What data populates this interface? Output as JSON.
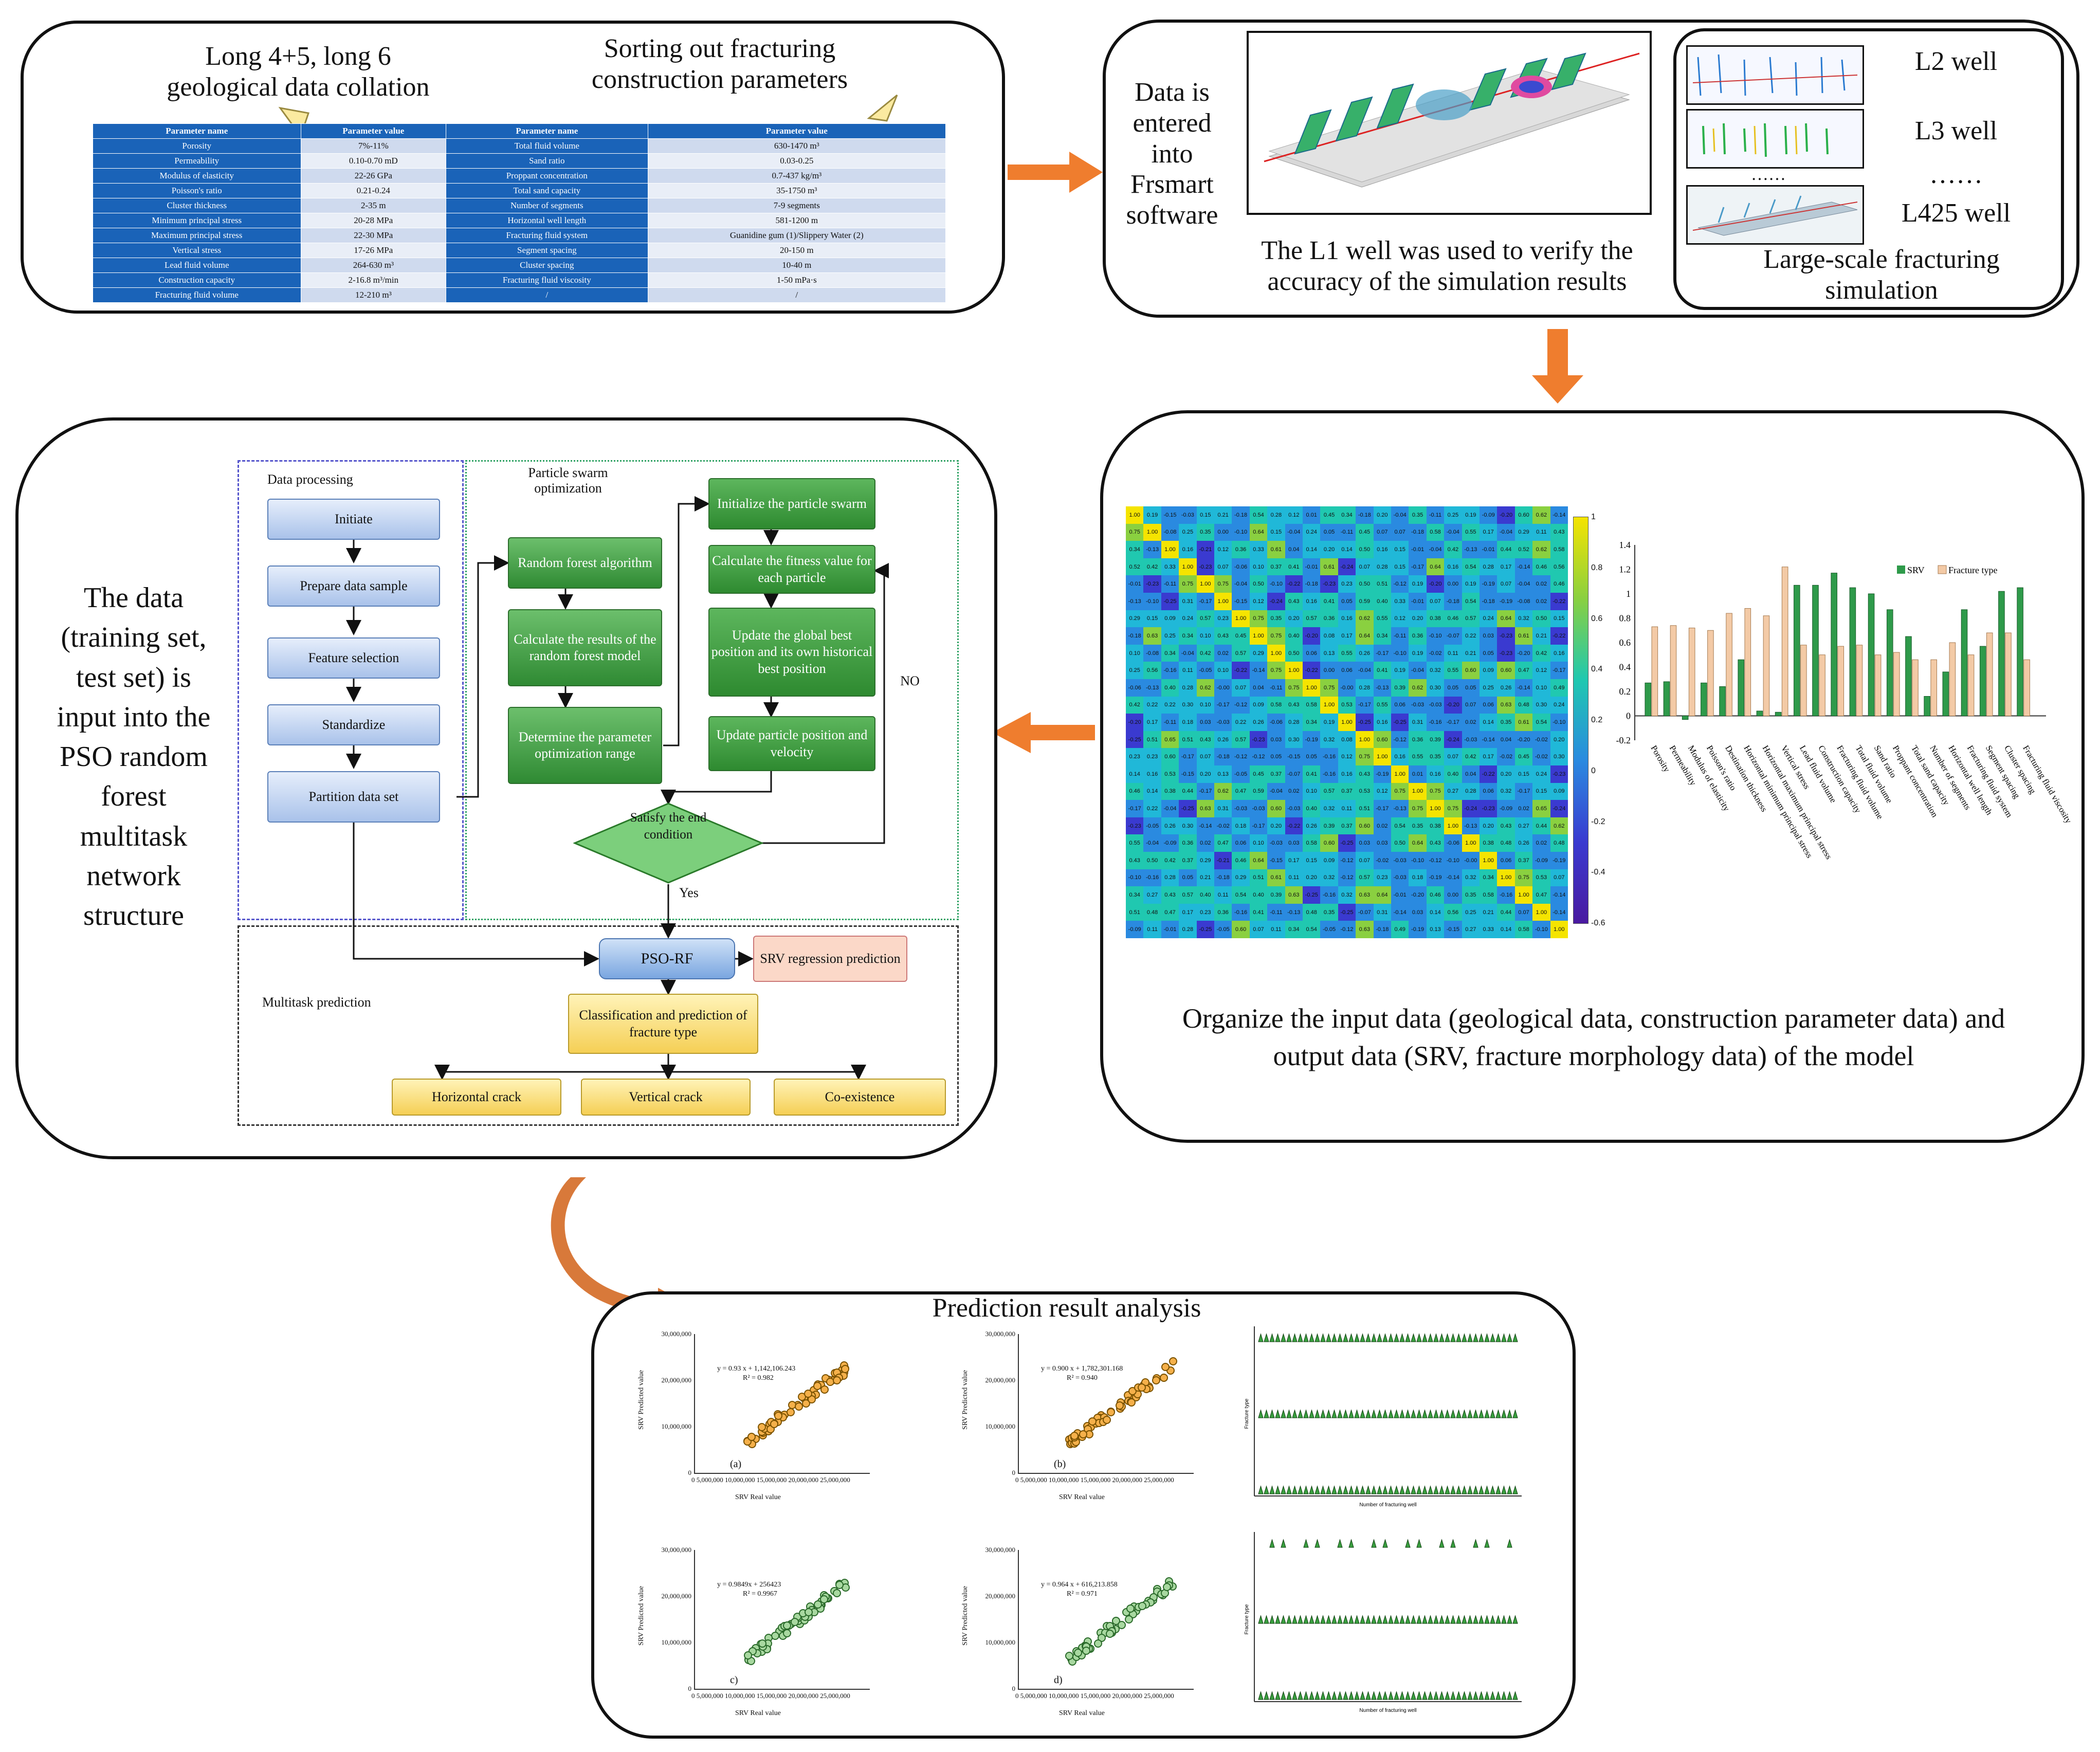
{
  "panel1": {
    "title_left": "Long 4+5, long 6 geological data collation",
    "title_right": "Sorting out fracturing construction parameters",
    "headers": [
      "Parameter name",
      "Parameter value",
      "Parameter name",
      "Parameter value"
    ],
    "rows": [
      [
        "Porosity",
        "7%-11%",
        "Total fluid volume",
        "630-1470 m³"
      ],
      [
        "Permeability",
        "0.10-0.70 mD",
        "Sand ratio",
        "0.03-0.25"
      ],
      [
        "Modulus of elasticity",
        "22-26 GPa",
        "Proppant concentration",
        "0.7-437 kg/m³"
      ],
      [
        "Poisson's ratio",
        "0.21-0.24",
        "Total sand capacity",
        "35-1750 m³"
      ],
      [
        "Cluster thickness",
        "2-35 m",
        "Number of segments",
        "7-9 segments"
      ],
      [
        "Minimum principal stress",
        "20-28 MPa",
        "Horizontal well length",
        "581-1200 m"
      ],
      [
        "Maximum principal stress",
        "22-30 MPa",
        "Fracturing fluid system",
        "Guanidine gum (1)/Slippery Water (2)"
      ],
      [
        "Vertical stress",
        "17-26 MPa",
        "Segment spacing",
        "20-150 m"
      ],
      [
        "Lead fluid volume",
        "264-630 m³",
        "Cluster spacing",
        "10-40 m"
      ],
      [
        "Construction capacity",
        "2-16.8 m³/min",
        "Fracturing fluid viscosity",
        "1-50 mPa·s"
      ],
      [
        "Fracturing fluid volume",
        "12-210 m³",
        "/",
        "/"
      ]
    ]
  },
  "panel2": {
    "entered_text": "Data is entered into Frsmart software",
    "verify_text": "The L1 well was used to verify the accuracy of the simulation results",
    "wells": [
      "L2 well",
      "L3 well",
      "……",
      "L425 well"
    ],
    "dots_small": "……",
    "large_scale_text": "Large-scale fracturing simulation"
  },
  "panel3": {
    "caption": "Organize the input data (geological data, construction parameter data) and output data (SRV, fracture morphology data) of the model",
    "colorbar_ticks": [
      "1",
      "0.8",
      "0.6",
      "0.4",
      "0.2",
      "0",
      "-0.2",
      "-0.4",
      "-0.6"
    ],
    "bar_chart": {
      "legend": [
        "SRV",
        "Fracture type"
      ],
      "yticks": [
        "1.4",
        "1.2",
        "1",
        "0.8",
        "0.6",
        "0.4",
        "0.2",
        "0",
        "-0.2"
      ],
      "categories": [
        "Porosity",
        "Permeability",
        "Modulus of elasticity",
        "Poisson's ratio",
        "Destination thickness",
        "Horizontal minimum principal stress",
        "Horizontal maximum principal stress",
        "Vertical stress",
        "Lead fluid volume",
        "Construction capacity",
        "Fracturing fluid volume",
        "Total fluid volume",
        "Sand ratio",
        "Proppant concentration",
        "Total sand capacity",
        "Number of segments",
        "Horizontal well length",
        "Fracturing fluid system",
        "Segment spacing",
        "Cluster spacing",
        "Fracturing fluid viscosity"
      ],
      "srv": [
        0.27,
        0.28,
        -0.03,
        0.27,
        0.24,
        0.46,
        0.04,
        0.03,
        1.07,
        1.07,
        1.17,
        1.05,
        1.0,
        0.87,
        0.65,
        0.16,
        0.36,
        0.87,
        0.57,
        1.02,
        1.05
      ],
      "fracture": [
        0.73,
        0.74,
        0.72,
        0.7,
        0.84,
        0.88,
        0.82,
        1.22,
        0.58,
        0.5,
        0.57,
        0.58,
        0.5,
        0.52,
        0.46,
        0.46,
        0.6,
        0.5,
        0.68,
        0.68,
        0.46
      ]
    }
  },
  "panel4": {
    "side_text": "The data (training set, test set) is input into the PSO random forest multitask network structure",
    "data_processing": "Data processing",
    "pso_label": "Particle swarm optimization",
    "multitask_label": "Multitask prediction",
    "dp_steps": [
      "Initiate",
      "Prepare data sample",
      "Feature selection",
      "Standardize",
      "Partition data set"
    ],
    "rf_steps": [
      "Random forest algorithm",
      "Calculate the results of the random forest model",
      "Determine the parameter optimization range"
    ],
    "pso_steps": [
      "Initialize the particle swarm",
      "Calculate the fitness value for each particle",
      "Update the global best position and its own historical best position",
      "Update particle position and velocity"
    ],
    "decision": "Satisfy the end condition",
    "no_label": "NO",
    "yes_label": "Yes",
    "pso_rf": "PSO-RF",
    "srv_pred": "SRV regression prediction",
    "classification": "Classification and prediction of fracture type",
    "outputs": [
      "Horizontal crack",
      "Vertical crack",
      "Co-existence"
    ]
  },
  "panel5": {
    "title": "Prediction result analysis",
    "plots": [
      {
        "eq": "y = 0.93 x + 1,142,106.243",
        "r2": "R² = 0.982",
        "tag": "(a)"
      },
      {
        "eq": "y = 0.900 x + 1,782,301.168",
        "r2": "R² = 0.940",
        "tag": "(b)"
      },
      {
        "eq": "y = 0.9849x + 256423",
        "r2": "R² = 0.9967",
        "tag": "c)"
      },
      {
        "eq": "y = 0.964 x + 616,213.858",
        "r2": "R² = 0.971",
        "tag": "d)"
      }
    ],
    "xlabel": "SRV Real value",
    "ylabel": "SRV Predicted value",
    "yticks": [
      "30,000,000",
      "20,000,000",
      "10,000,000",
      "0"
    ],
    "xticks": [
      "0",
      "5,000,000",
      "10,000,000",
      "15,000,000",
      "20,000,000",
      "25,000,000"
    ],
    "class_ylabel": "Fracture type",
    "class_xlabel": "Number of fracturing well"
  },
  "colors": {
    "accent_arrow": "#ef7d2e",
    "table_blue": "#1a63b8",
    "flow_green": "#3a9a3c"
  }
}
